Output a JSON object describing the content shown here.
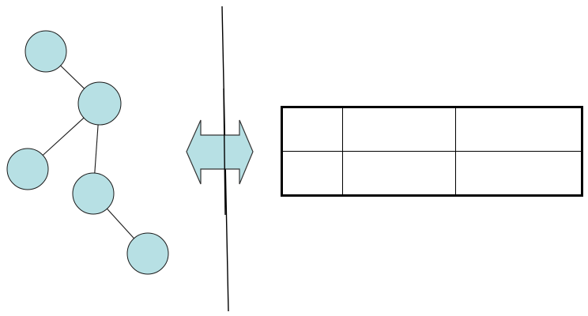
{
  "colors": {
    "node_fill": "#b7e0e4",
    "node_stroke": "#1a1a1a",
    "edge": "#1a1a1a",
    "arrow_fill": "#b7e0e4",
    "arrow_stroke": "#333333",
    "divider": "#000000",
    "table_border": "#000000"
  },
  "tree": {
    "nodes": [
      {
        "id": "n1"
      },
      {
        "id": "n2"
      },
      {
        "id": "n3"
      },
      {
        "id": "n4"
      },
      {
        "id": "n5"
      }
    ],
    "edges": [
      {
        "from": "n1",
        "to": "n2"
      },
      {
        "from": "n2",
        "to": "n3"
      },
      {
        "from": "n2",
        "to": "n4"
      },
      {
        "from": "n4",
        "to": "n5"
      }
    ]
  },
  "arrow": {
    "direction": "bidirectional"
  },
  "table": {
    "rows": [
      [
        "",
        "",
        ""
      ],
      [
        "",
        "",
        ""
      ]
    ]
  }
}
